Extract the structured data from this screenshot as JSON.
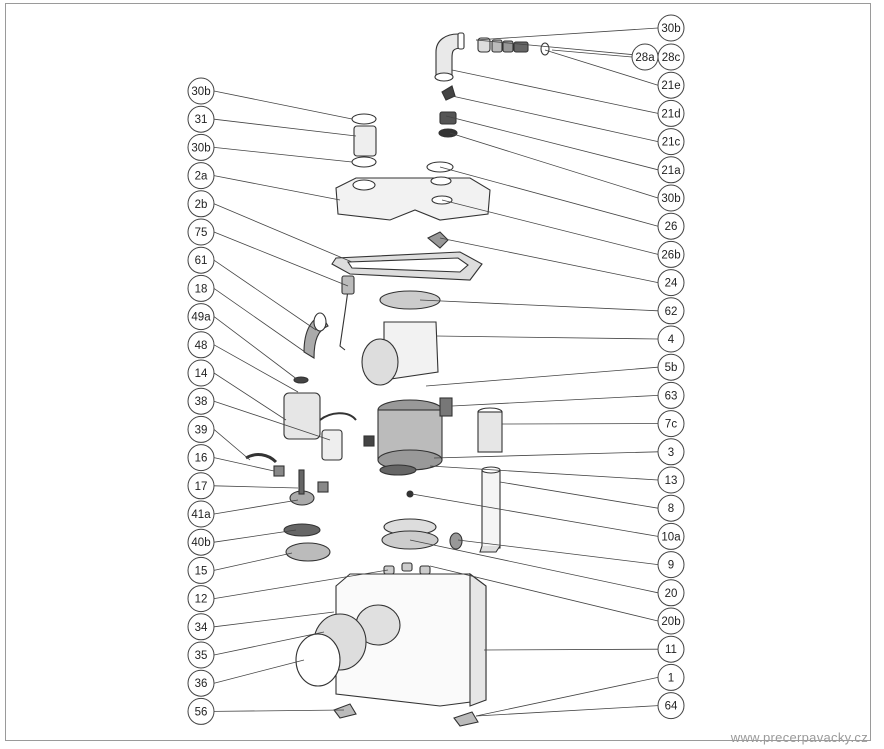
{
  "left_callouts": [
    "30b",
    "31",
    "30b",
    "2a",
    "2b",
    "75",
    "61",
    "18",
    "49a",
    "48",
    "14",
    "38",
    "39",
    "16",
    "17",
    "41a",
    "40b",
    "15",
    "12",
    "34",
    "35",
    "36",
    "56"
  ],
  "right_callouts": [
    "30b",
    "28c",
    "21e",
    "21d",
    "21c",
    "21a",
    "30b",
    "26",
    "26b",
    "24",
    "62",
    "4",
    "5b",
    "63",
    "7c",
    "3",
    "13",
    "8",
    "10a",
    "9",
    "20",
    "20b",
    "11",
    "1",
    "64"
  ],
  "extra_callouts": [
    "28a"
  ],
  "watermark": "www.precerpavacky.cz"
}
